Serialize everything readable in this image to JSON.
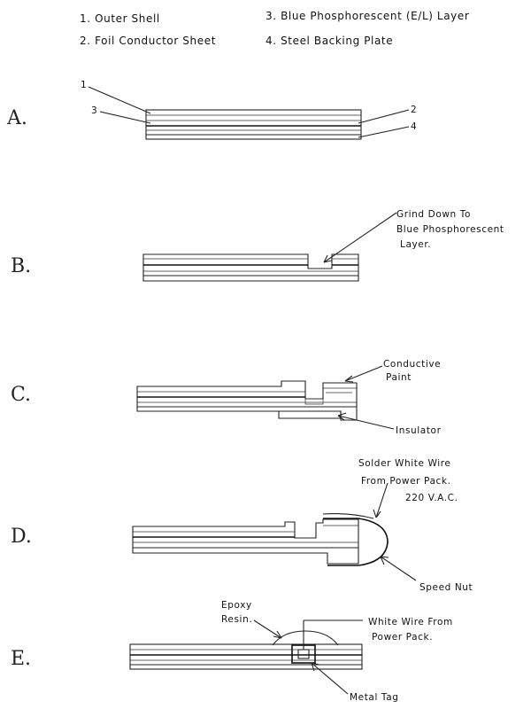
{
  "legend": {
    "item1": "1. Outer Shell",
    "item2": "2. Foil Conductor Sheet",
    "item3": "3. Blue Phosphorescent (E/L) Layer",
    "item4": "4. Steel Backing Plate"
  },
  "stages": {
    "a": {
      "letter": "A.",
      "callouts": [
        "1",
        "3",
        "2",
        "4"
      ]
    },
    "b": {
      "letter": "B.",
      "note_line1": "Grind Down To",
      "note_line2": "Blue Phosphorescent",
      "note_line3": "Layer."
    },
    "c": {
      "letter": "C.",
      "note_paint_line1": "Conductive",
      "note_paint_line2": "Paint",
      "note_insulator": "Insulator"
    },
    "d": {
      "letter": "D.",
      "note_solder_line1": "Solder White Wire",
      "note_solder_line2": "From Power Pack.",
      "note_solder_line3": "220 V.A.C.",
      "note_speed_nut": "Speed Nut"
    },
    "e": {
      "letter": "E.",
      "note_epoxy_line1": "Epoxy",
      "note_epoxy_line2": "Resin.",
      "note_wire_line1": "White Wire From",
      "note_wire_line2": "Power Pack.",
      "note_tag": "Metal Tag"
    }
  }
}
